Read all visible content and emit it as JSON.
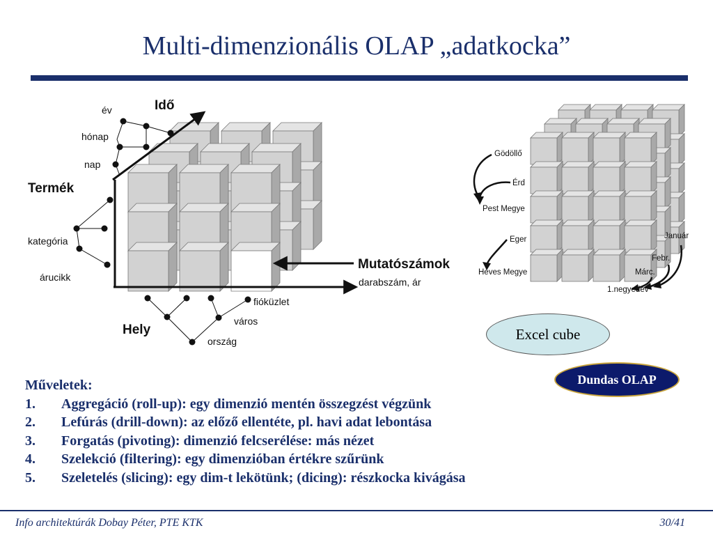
{
  "slide": {
    "title": "Multi-dimenzionális OLAP „adatkocka”",
    "footer_left": "Info architektúrák  Dobay Péter, PTE KTK",
    "footer_right": "30/41",
    "colors": {
      "title": "#1a2f6b",
      "cube_face": "#d2d2d2",
      "highlight": "#ffffff",
      "dundas_bg": "#0c1a6b",
      "dundas_border": "#c9a53c",
      "excel_bg": "#cfe8ec"
    }
  },
  "olap_diagram": {
    "dim_time": "Idő",
    "time_levels": [
      "év",
      "hónap",
      "nap"
    ],
    "dim_product": "Termék",
    "product_levels": [
      "kategória",
      "árucikk"
    ],
    "dim_place": "Hely",
    "place_levels": [
      "fióküzlet",
      "város",
      "ország"
    ],
    "measures_title": "Mutatószámok",
    "measures_sub": "darabszám, ár"
  },
  "excel_diagram": {
    "left_labels": [
      "Gödöllő",
      "Érd",
      "Pest Megye",
      "Eger",
      "Heves Megye"
    ],
    "right_labels": [
      "Január",
      "Febr.",
      "Márc.",
      "1.negyedév"
    ]
  },
  "buttons": {
    "excel_cube": "Excel cube",
    "dundas_olap": "Dundas OLAP"
  },
  "operations": {
    "heading": "Műveletek:",
    "items": [
      {
        "num": "1.",
        "text": "Aggregáció (roll-up): egy dimenzió mentén összegzést végzünk"
      },
      {
        "num": "2.",
        "text": "Lefúrás (drill-down): az előző ellentéte, pl. havi adat lebontása"
      },
      {
        "num": "3.",
        "text": "Forgatás (pivoting): dimenzió felcserélése: más nézet"
      },
      {
        "num": "4.",
        "text": "Szelekció (filtering): egy dimenzióban értékre szűrünk"
      },
      {
        "num": "5.",
        "text": "Szeletelés (slicing): egy dim-t lekötünk; (dicing): részkocka kivágása"
      }
    ]
  }
}
